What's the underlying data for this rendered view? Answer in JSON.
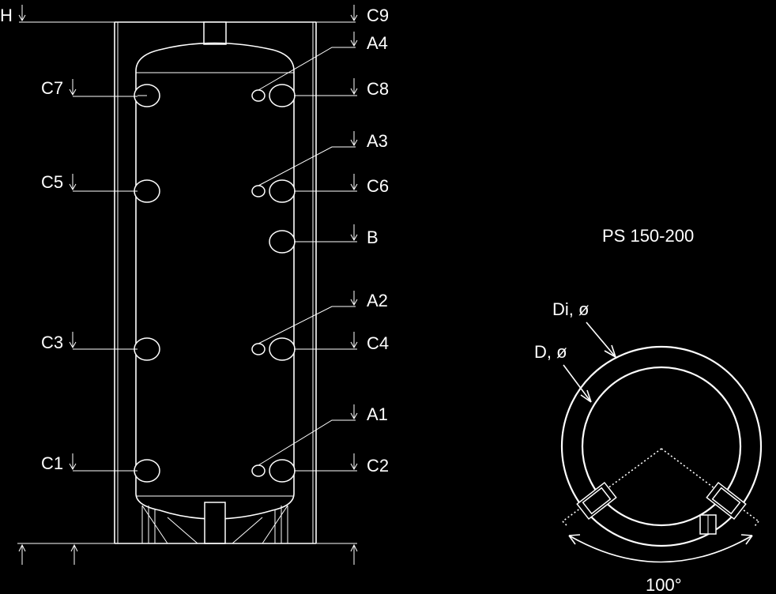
{
  "connections": {
    "h": "H",
    "c9": "C9",
    "a4": "A4",
    "c7": "C7",
    "c8": "C8",
    "a3": "A3",
    "c5": "C5",
    "c6": "C6",
    "b": "B",
    "a2": "A2",
    "c3": "C3",
    "c4": "C4",
    "a1": "A1",
    "c1": "C1",
    "c2": "C2"
  },
  "plan_view": {
    "model": "PS 150-200",
    "di_label": "Di, ø",
    "d_label": "D, ø",
    "angle_label": "100°"
  },
  "colors": {
    "background": "#000000",
    "line": "#ffffff"
  }
}
